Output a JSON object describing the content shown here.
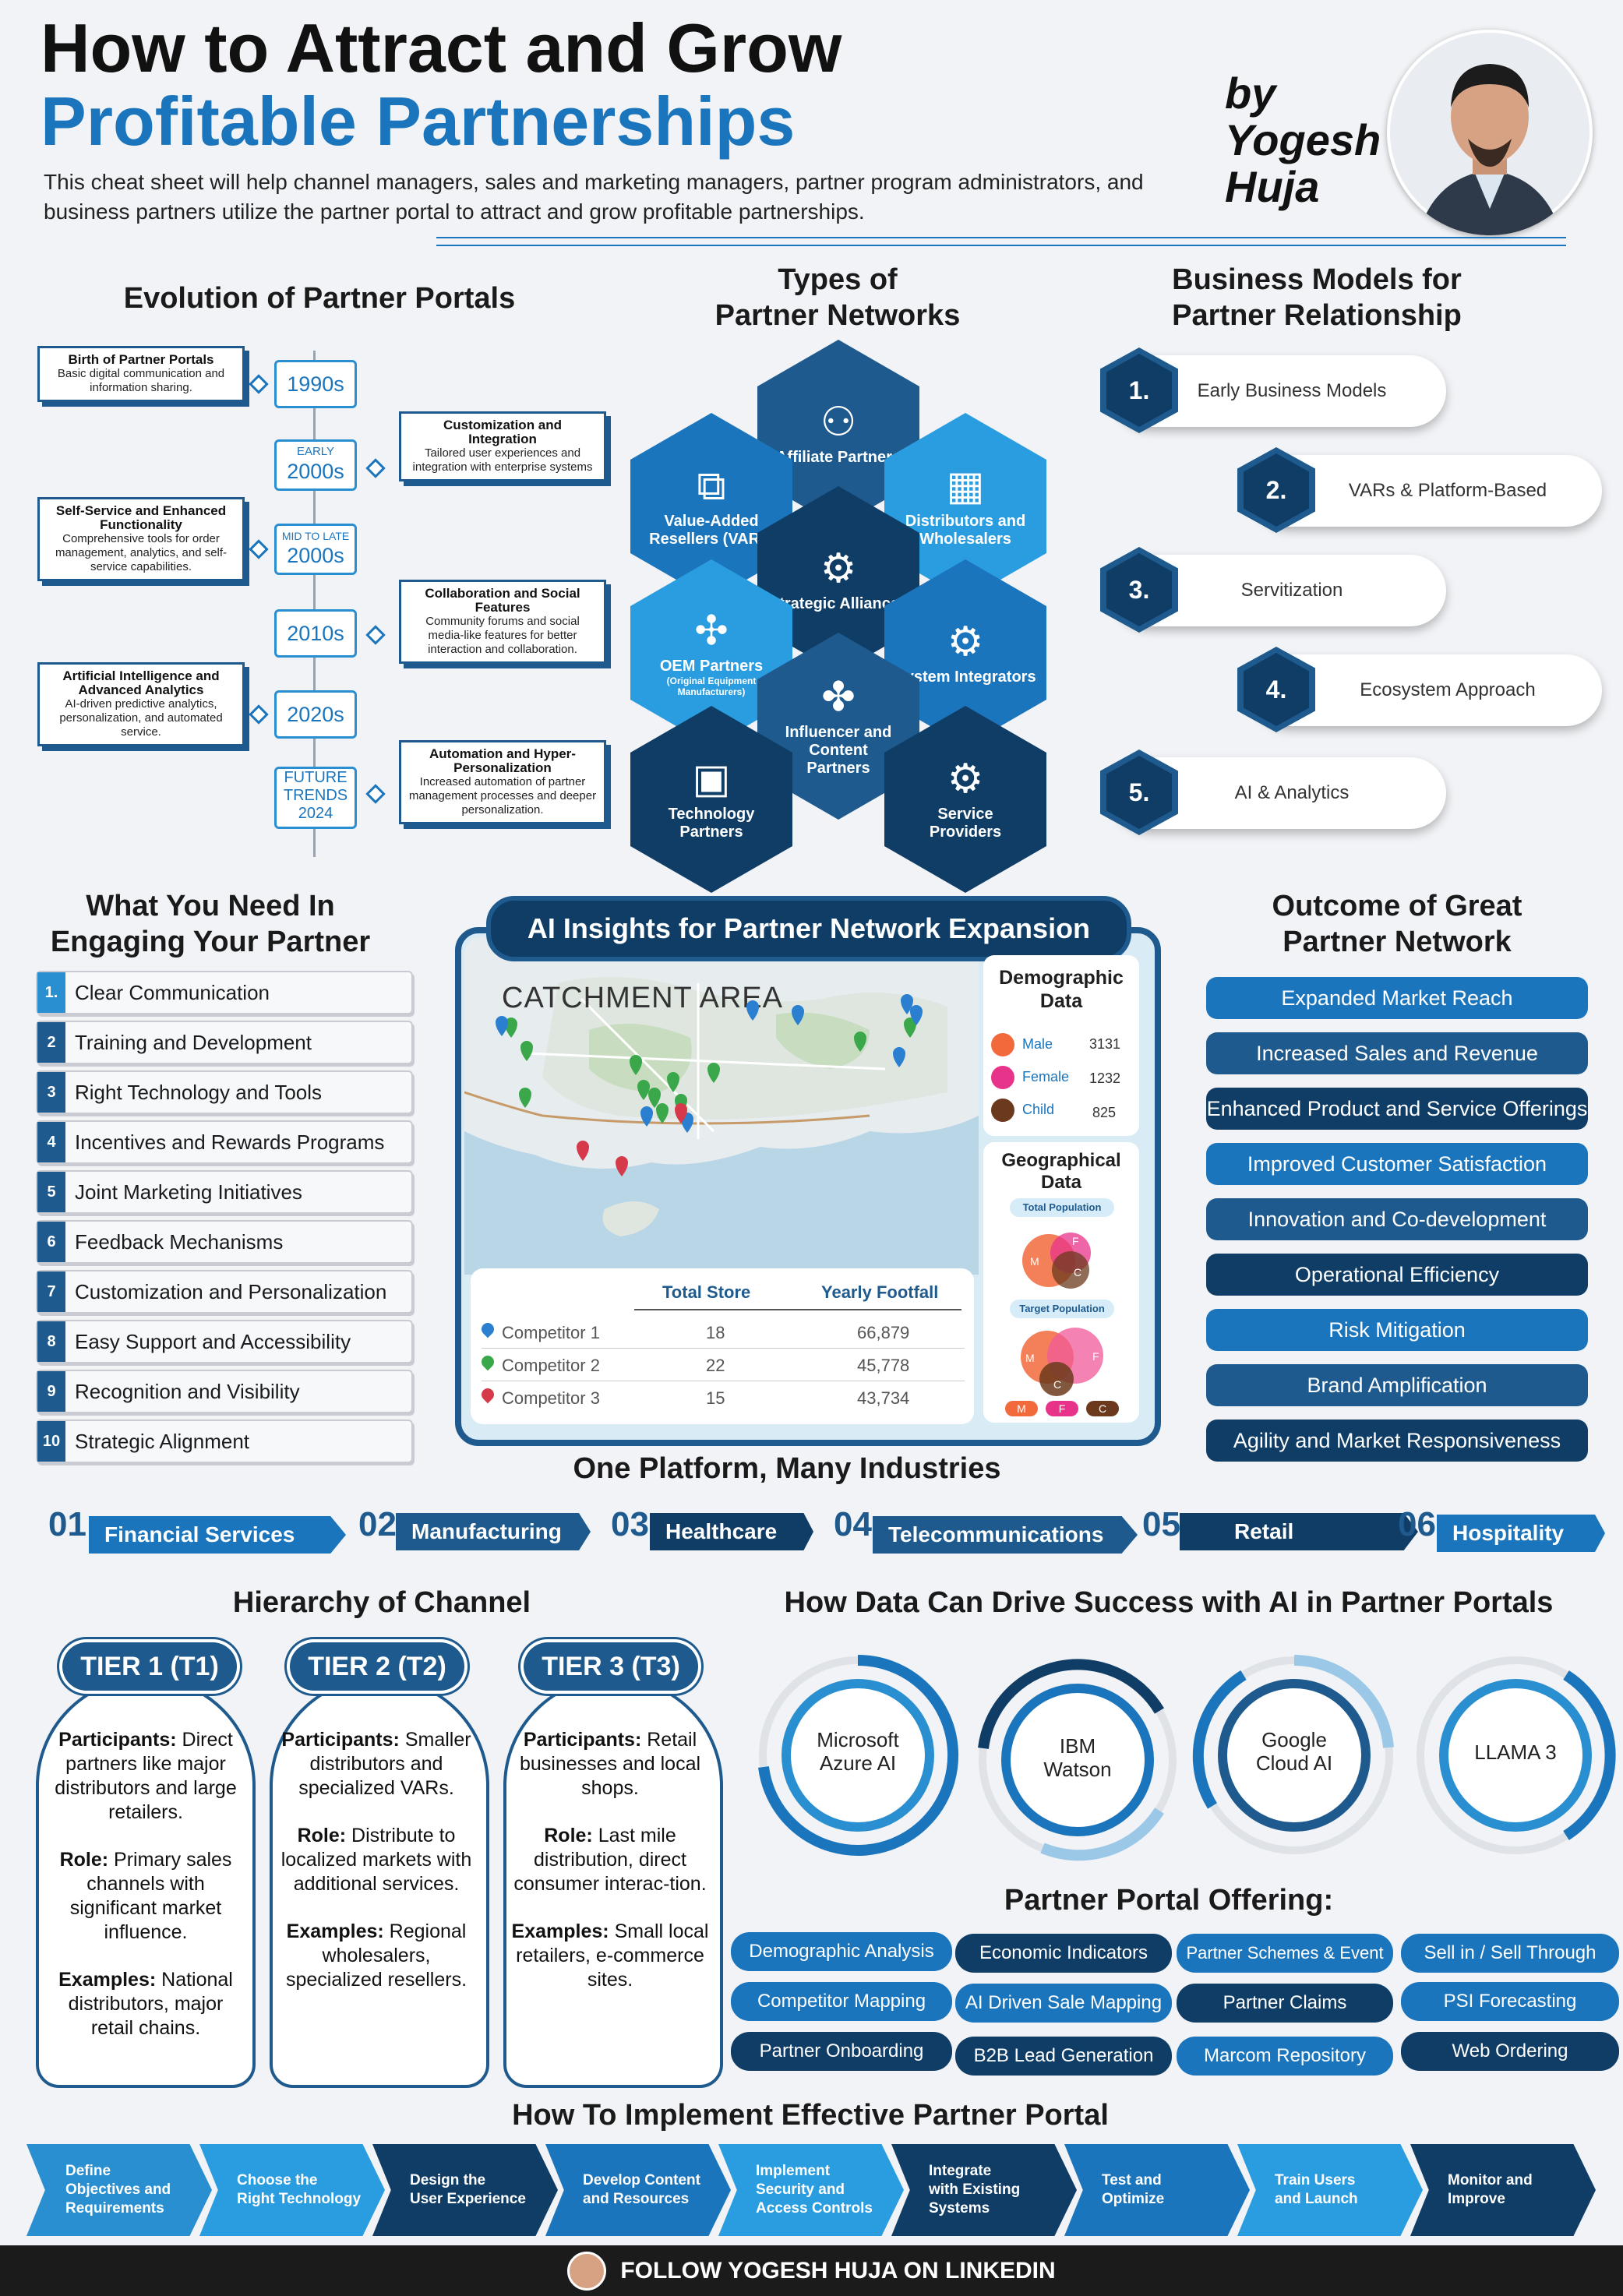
{
  "header": {
    "title_line1": "How to Attract and Grow",
    "title_line2": "Profitable Partnerships",
    "description": "This cheat sheet will help channel managers, sales and marketing managers, partner program administrators, and business partners utilize the partner portal to attract and grow profitable partnerships.",
    "by_line1": "by",
    "by_line2": "Yogesh",
    "by_line3": "Huja"
  },
  "evolution": {
    "title": "Evolution of Partner Portals",
    "years": [
      "1990s",
      "EARLY",
      "2000s",
      "MID TO LATE",
      "2000s",
      "2010s",
      "2020s",
      "FUTURE",
      "TRENDS",
      "2024"
    ],
    "left_boxes": [
      {
        "title": "Birth of Partner Portals",
        "text": "Basic digital communication and information sharing."
      },
      {
        "title": "Self-Service and Enhanced Functionality",
        "text": "Comprehensive tools for order management, analytics, and self-service capabilities."
      },
      {
        "title": "Artificial Intelligence and Advanced Analytics",
        "text": "AI-driven predictive analytics, personalization, and automated service."
      }
    ],
    "right_boxes": [
      {
        "title": "Customization and Integration",
        "text": "Tailored user experiences and integration with enterprise systems"
      },
      {
        "title": "Collaboration and Social Features",
        "text": "Community forums and social media-like features for better interaction and collaboration."
      },
      {
        "title": "Automation and Hyper-Personalization",
        "text": "Increased automation of partner management processes and deeper personalization."
      }
    ]
  },
  "networks": {
    "title_line1": "Types of",
    "title_line2": "Partner Networks",
    "hexes": [
      {
        "label": "Affiliate Partners",
        "icon": "network-icon",
        "glyph": "⚇",
        "color": "#1e5a8d"
      },
      {
        "label": "Value-Added Resellers (VARs)",
        "icon": "org-chart-icon",
        "glyph": "⧉",
        "color": "#1b75bc"
      },
      {
        "label": "Distributors and Wholesalers",
        "icon": "boxes-icon",
        "glyph": "▦",
        "color": "#2a9de0"
      },
      {
        "label": "Strategic Alliances",
        "icon": "handshake-gear-icon",
        "glyph": "⚙",
        "color": "#0f3d66"
      },
      {
        "label": "OEM Partners",
        "sub": "(Original Equipment Manufacturers)",
        "icon": "wrench-icon",
        "glyph": "✣",
        "color": "#2a9de0"
      },
      {
        "label": "System Integrators",
        "icon": "gears-icon",
        "glyph": "⚙",
        "color": "#1b75bc"
      },
      {
        "label": "Influencer and Content Partners",
        "icon": "handshake-network-icon",
        "glyph": "✤",
        "color": "#1e5a8d"
      },
      {
        "label": "Technology Partners",
        "icon": "chip-handshake-icon",
        "glyph": "▣",
        "color": "#0f3d66"
      },
      {
        "label": "Service Providers",
        "icon": "gear-hand-icon",
        "glyph": "⚙",
        "color": "#0f3d66"
      }
    ]
  },
  "business_models": {
    "title_line1": "Business Models for",
    "title_line2": "Partner Relationship",
    "items": [
      {
        "num": "1.",
        "label": "Early Business Models"
      },
      {
        "num": "2.",
        "label": "VARs & Platform-Based"
      },
      {
        "num": "3.",
        "label": "Servitization"
      },
      {
        "num": "4.",
        "label": "Ecosystem Approach"
      },
      {
        "num": "5.",
        "label": "AI & Analytics"
      }
    ]
  },
  "needs": {
    "title_line1": "What You Need In",
    "title_line2": "Engaging Your Partner",
    "items": [
      {
        "num": "1.",
        "label": "Clear Communication"
      },
      {
        "num": "2",
        "label": "Training and Development"
      },
      {
        "num": "3",
        "label": "Right Technology and Tools"
      },
      {
        "num": "4",
        "label": "Incentives and Rewards Programs"
      },
      {
        "num": "5",
        "label": "Joint Marketing Initiatives"
      },
      {
        "num": "6",
        "label": "Feedback Mechanisms"
      },
      {
        "num": "7",
        "label": "Customization and Personalization"
      },
      {
        "num": "8",
        "label": "Easy Support and Accessibility"
      },
      {
        "num": "9",
        "label": "Recognition and Visibility"
      },
      {
        "num": "10",
        "label": "Strategic Alignment"
      }
    ]
  },
  "ai_insights": {
    "title": "AI Insights for Partner Network Expansion",
    "map_label": "CATCHMENT AREA",
    "demographic": {
      "title_line1": "Demographic",
      "title_line2": "Data",
      "rows": [
        {
          "label": "Male",
          "value": "3131",
          "color": "#f26a3c"
        },
        {
          "label": "Female",
          "value": "1232",
          "color": "#e8338a"
        },
        {
          "label": "Child",
          "value": "825",
          "color": "#6b3a1c"
        }
      ]
    },
    "geo": {
      "title_line1": "Geographical",
      "title_line2": "Data",
      "total_label": "Total Population",
      "target_label": "Target Population",
      "letters": [
        "M",
        "F",
        "C"
      ]
    },
    "table": {
      "headers": [
        "",
        "Total Store",
        "Yearly Footfall"
      ],
      "rows": [
        {
          "name": "Competitor 1",
          "stores": "18",
          "footfall": "66,879",
          "pin_color": "#2a7fd0"
        },
        {
          "name": "Competitor 2",
          "stores": "22",
          "footfall": "45,778",
          "pin_color": "#3aa84a"
        },
        {
          "name": "Competitor 3",
          "stores": "15",
          "footfall": "43,734",
          "pin_color": "#d63a4a"
        }
      ]
    }
  },
  "outcome": {
    "title_line1": "Outcome of Great",
    "title_line2": "Partner Network",
    "items": [
      "Expanded Market Reach",
      "Increased Sales and Revenue",
      "Enhanced Product and Service Offerings",
      "Improved Customer Satisfaction",
      "Innovation and Co-development",
      "Operational Efficiency",
      "Risk Mitigation",
      "Brand Amplification",
      "Agility and Market Responsiveness"
    ]
  },
  "industries": {
    "title": "One Platform, Many Industries",
    "items": [
      {
        "num": "01",
        "label": "Financial Services"
      },
      {
        "num": "02",
        "label": "Manufacturing"
      },
      {
        "num": "03",
        "label": "Healthcare"
      },
      {
        "num": "04",
        "label": "Telecommunications"
      },
      {
        "num": "05",
        "label": "Retail"
      },
      {
        "num": "06",
        "label": "Hospitality"
      }
    ]
  },
  "hierarchy": {
    "title": "Hierarchy of Channel",
    "participants_label": "Participants:",
    "role_label": "Role:",
    "examples_label": "Examples:",
    "tiers": [
      {
        "name": "TIER 1 (T1)",
        "participants": "Direct partners like major distributors and large retailers.",
        "role": "Primary sales channels with significant market influence.",
        "examples": "National distributors, major retail chains."
      },
      {
        "name": "TIER 2 (T2)",
        "participants": "Smaller distributors and specialized VARs.",
        "role": "Distribute to localized markets with additional services.",
        "examples": "Regional wholesalers, specialized resellers."
      },
      {
        "name": "TIER 3 (T3)",
        "participants": "Retail businesses and local shops.",
        "role": "Last mile distribution, direct consumer interac-tion.",
        "examples": "Small local retailers, e-commerce sites."
      }
    ]
  },
  "ai_data": {
    "title": "How Data Can Drive Success with AI in Partner Portals",
    "items": [
      {
        "line1": "Microsoft",
        "line2": "Azure AI"
      },
      {
        "line1": "IBM",
        "line2": "Watson"
      },
      {
        "line1": "Google",
        "line2": "Cloud AI"
      },
      {
        "line1": "LLAMA 3",
        "line2": ""
      }
    ]
  },
  "offering": {
    "title": "Partner Portal Offering:",
    "items": [
      {
        "label": "Demographic Analysis",
        "color": "#1b75bc"
      },
      {
        "label": "Economic Indicators",
        "color": "#0f3d66"
      },
      {
        "label": "Partner Schemes & Event",
        "color": "#1b75bc"
      },
      {
        "label": "Sell in / Sell Through",
        "color": "#1b75bc"
      },
      {
        "label": "Competitor Mapping",
        "color": "#1b75bc"
      },
      {
        "label": "AI Driven Sale Mapping",
        "color": "#1b75bc"
      },
      {
        "label": "Partner Claims",
        "color": "#0f3d66"
      },
      {
        "label": "PSI Forecasting",
        "color": "#1b75bc"
      },
      {
        "label": "Partner Onboarding",
        "color": "#0f3d66"
      },
      {
        "label": "B2B Lead Generation",
        "color": "#0f3d66"
      },
      {
        "label": "Marcom Repository",
        "color": "#1b75bc"
      },
      {
        "label": "Web Ordering",
        "color": "#0f3d66"
      }
    ]
  },
  "implement": {
    "title": "How To Implement Effective Partner Portal",
    "steps": [
      {
        "line1": "Define",
        "line2": "Objectives and",
        "line3": "Requirements",
        "color": "#2a8fd0"
      },
      {
        "line1": "Choose the",
        "line2": "Right Technology",
        "line3": "",
        "color": "#2a9de0"
      },
      {
        "line1": "Design the",
        "line2": "User Experience",
        "line3": "",
        "color": "#0f3d66"
      },
      {
        "line1": "Develop Content",
        "line2": "and Resources",
        "line3": "",
        "color": "#1b75bc"
      },
      {
        "line1": "Implement",
        "line2": "Security and",
        "line3": "Access Controls",
        "color": "#2a9de0"
      },
      {
        "line1": "Integrate",
        "line2": "with Existing",
        "line3": "Systems",
        "color": "#0f3d66"
      },
      {
        "line1": "Test and",
        "line2": "Optimize",
        "line3": "",
        "color": "#1b75bc"
      },
      {
        "line1": "Train Users",
        "line2": "and Launch",
        "line3": "",
        "color": "#2a9de0"
      },
      {
        "line1": "Monitor and",
        "line2": "Improve",
        "line3": "",
        "color": "#0f3d66"
      }
    ]
  },
  "footer": {
    "text": "FOLLOW YOGESH HUJA  ON LINKEDIN"
  }
}
